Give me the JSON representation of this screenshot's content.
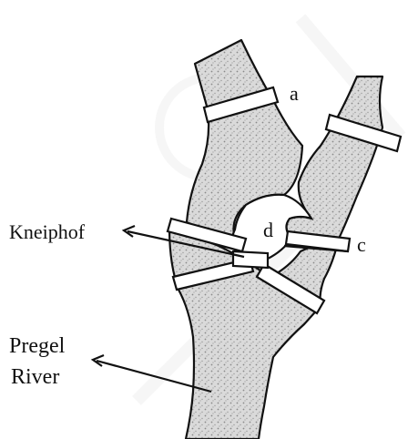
{
  "labels": {
    "node_a": "a",
    "node_c": "c",
    "node_d": "d",
    "island": "Kneiphof",
    "river_line1": "Pregel",
    "river_line2": "River"
  },
  "colors": {
    "ink": "#111111",
    "land": "#ffffff",
    "water": "#d9d9d9",
    "water_dark": "#a9a9a9",
    "watermark": "#eeeeee"
  }
}
